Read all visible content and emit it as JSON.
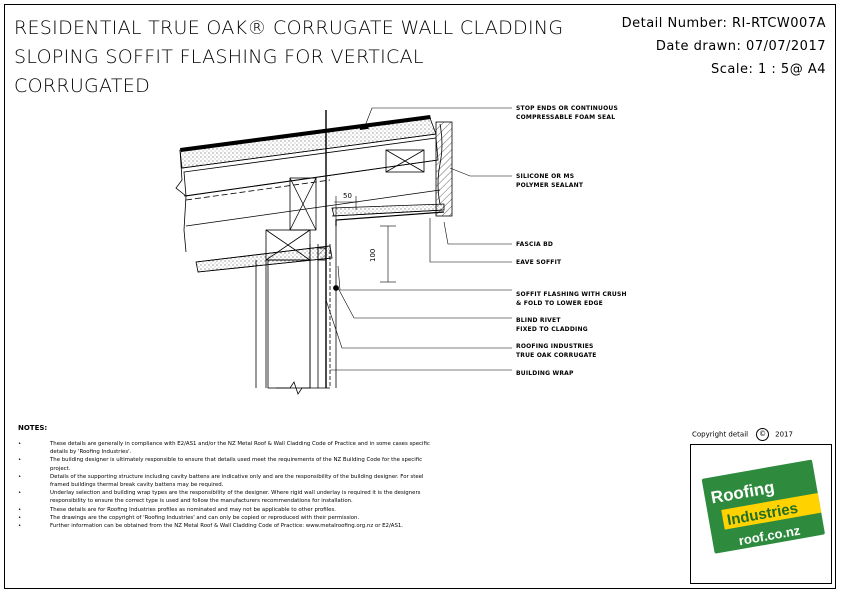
{
  "title": {
    "line1": "RESIDENTIAL TRUE OAK® CORRUGATE WALL CLADDING",
    "line2": "SLOPING SOFFIT FLASHING FOR VERTICAL",
    "line3": "CORRUGATED"
  },
  "meta": {
    "detail_number": "Detail Number:  RI-RTCW007A",
    "date_drawn": "Date drawn:  07/07/2017",
    "scale": "Scale:    1 : 5@ A4"
  },
  "callouts": {
    "stopends": "STOP ENDS OR CONTINUOUS\nCOMPRESSABLE FOAM SEAL",
    "silicone": "SILICONE OR MS\nPOLYMER SEALANT",
    "fascia": "FASCIA BD",
    "eave": "EAVE SOFFIT",
    "soffit_flashing": "SOFFIT FLASHING WITH CRUSH\n& FOLD TO LOWER EDGE",
    "rivet": "BLIND RIVET\nFIXED TO CLADDING",
    "roofing": "ROOFING INDUSTRIES\nTRUE OAK CORRUGATE",
    "wrap": "BUILDING WRAP"
  },
  "dimensions": {
    "horizontal": "50",
    "vertical": "100"
  },
  "notes": {
    "title": "NOTES:",
    "items": [
      "These details are generally in compliance with E2/AS1 and/or the NZ Metal Roof & Wall Cladding Code of Practice and in some cases specific details by 'Roofing Industries'.",
      "The building designer is ultimately responsible to ensure that details used meet the requirements of the NZ Building Code for the specific project.",
      "Details of the supporting structure including cavity battens are indicative only and are the responsibility of the building designer. For steel framed buildings thermal break cavity battens may be required.",
      "Underlay selection and building wrap types are the responsibility of the designer. Where rigid wall underlay is required it is the designers responsibility to ensure the correct type is used and follow the manufacturers recommendations for installation.",
      "These details are for Roofing Industries profiles as nominated and may not be applicable to other profiles.",
      "The drawings are the copyright of 'Roofing Industries' and can only be copied or reproduced with their permission.",
      "Further information can be obtained from the NZ Metal Roof & Wall Cladding Code of Practice: www.metalroofing.org.nz or E2/AS1."
    ]
  },
  "copyright": {
    "label": "Copyright detail",
    "symbol": "©",
    "year": "2017"
  },
  "logo": {
    "line1": "Roofing",
    "line2": "Industries",
    "url": "roof.co.nz",
    "colors": {
      "green": "#2e8b3e",
      "dark_green": "#1f6f2c",
      "yellow": "#ffd200",
      "text": "#ffffff"
    }
  }
}
